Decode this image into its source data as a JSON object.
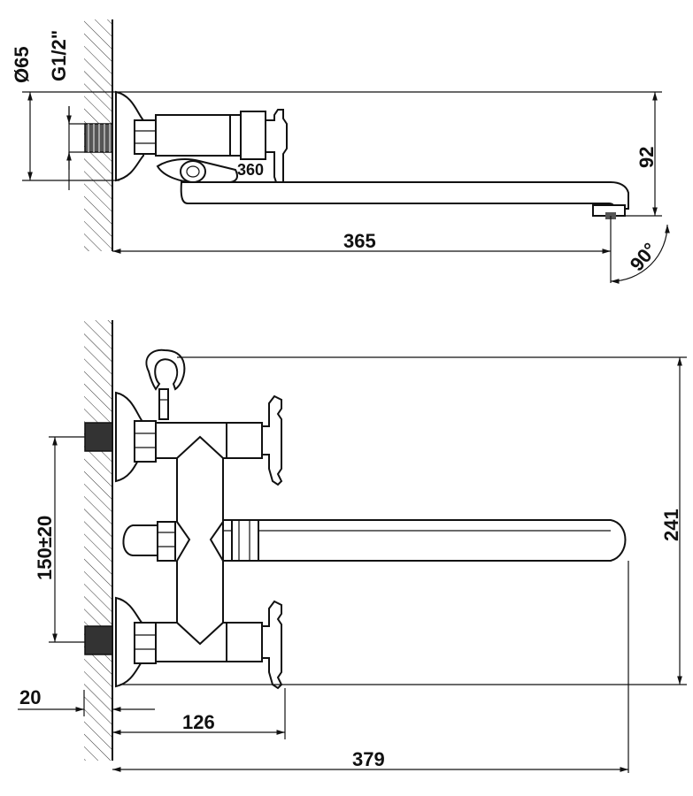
{
  "top_view": {
    "dims": {
      "diameter": "Ø65",
      "thread": "G1/2\"",
      "rotation": "360",
      "height": "92",
      "length": "365",
      "angle": "90°"
    }
  },
  "front_view": {
    "dims": {
      "spacing": "150±20",
      "total_height": "241",
      "offset": "20",
      "body_length": "126",
      "total_length": "379"
    }
  }
}
